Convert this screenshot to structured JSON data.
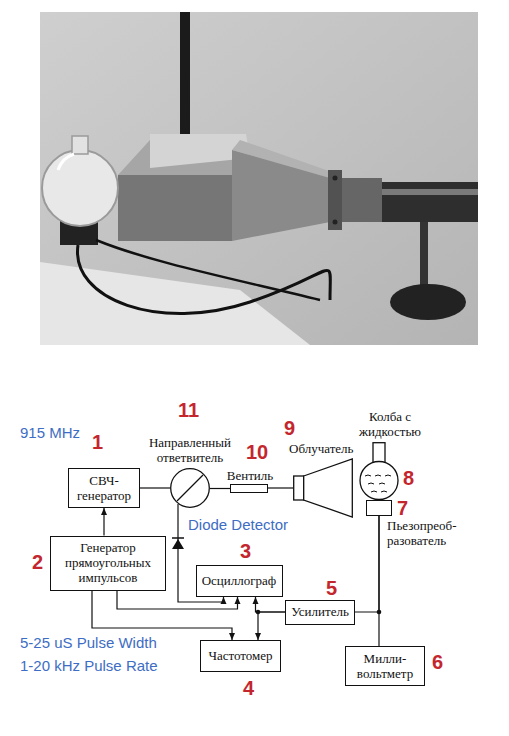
{
  "diagram": {
    "nodes": [
      {
        "text": [
          "СВЧ- генератор"
        ]
      },
      {
        "text": [
          "Направленный ответвитель"
        ]
      },
      {
        "text": [
          "Вентиль"
        ]
      },
      {
        "text": [
          "Облучатель"
        ]
      },
      {
        "text": [
          "Колба с жидкостью"
        ]
      },
      {
        "text": [
          "Пьезопреоб- разователь"
        ]
      },
      {
        "text": [
          "Генератор прямоугольных импульсов"
        ]
      },
      {
        "text": [
          "Осциллограф"
        ]
      },
      {
        "text": [
          "Усилитель"
        ]
      },
      {
        "text": [
          "Частотомер"
        ]
      },
      {
        "text": [
          "Милли- вольтметр"
        ]
      }
    ],
    "edges": [
      {
        "from": 6,
        "to": 0,
        "arrow": "to"
      },
      {
        "from": 0,
        "to": 1,
        "arrow": "none"
      },
      {
        "from": 1,
        "to": 2,
        "arrow": "none"
      },
      {
        "from": 2,
        "to": 3,
        "arrow": "none"
      },
      {
        "from": 1,
        "to": 7,
        "arrow": "to"
      },
      {
        "from": 6,
        "to": 7,
        "arrow": "to"
      },
      {
        "from": 6,
        "to": 9,
        "arrow": "to"
      },
      {
        "from": 8,
        "to": 7,
        "arrow": "to"
      },
      {
        "from": 8,
        "to": 9,
        "arrow": "to"
      },
      {
        "from": 5,
        "to": 8,
        "arrow": "none"
      },
      {
        "from": 5,
        "to": 10,
        "arrow": "none"
      }
    ],
    "labels": [
      "915 MHz",
      "1",
      "11",
      "10",
      "9",
      "8",
      "7",
      "Diode Detector",
      "2",
      "3",
      "5",
      "4",
      "6",
      "5-25 uS Pulse Width",
      "1-20 kHz Pulse Rate"
    ]
  }
}
